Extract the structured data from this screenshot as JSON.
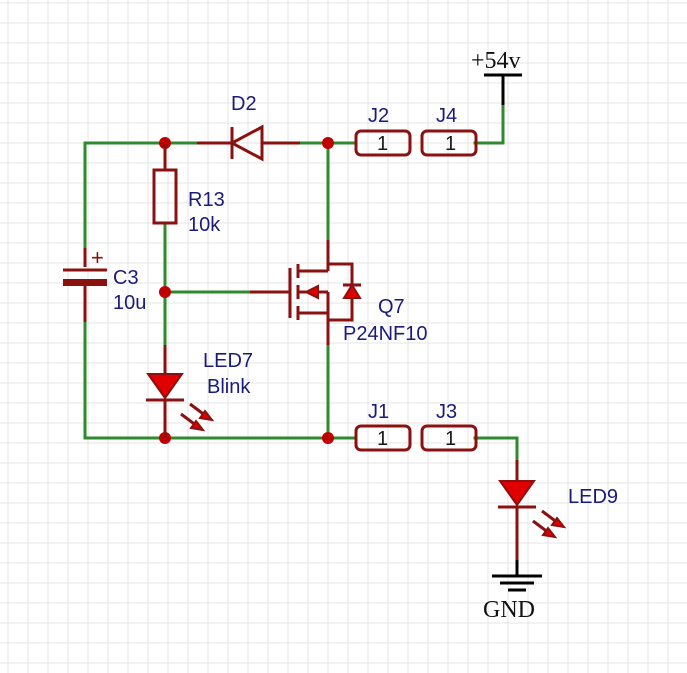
{
  "components": {
    "d2": {
      "ref": "D2"
    },
    "r13": {
      "ref": "R13",
      "value": "10k"
    },
    "c3": {
      "ref": "C3",
      "value": "10u",
      "polarity": "+"
    },
    "q7": {
      "ref": "Q7",
      "value": "P24NF10"
    },
    "led7": {
      "ref": "LED7",
      "value": "Blink"
    },
    "led9": {
      "ref": "LED9"
    },
    "j1": {
      "ref": "J1",
      "pin": "1"
    },
    "j2": {
      "ref": "J2",
      "pin": "1"
    },
    "j3": {
      "ref": "J3",
      "pin": "1"
    },
    "j4": {
      "ref": "J4",
      "pin": "1"
    }
  },
  "power": {
    "vplus": "+54v",
    "gnd": "GND"
  },
  "colors": {
    "wire": "#2f8a2f",
    "component": "#8b1010",
    "label": "#1a1a7a",
    "junction": "#c00000",
    "grid": "#e4e4e4"
  }
}
